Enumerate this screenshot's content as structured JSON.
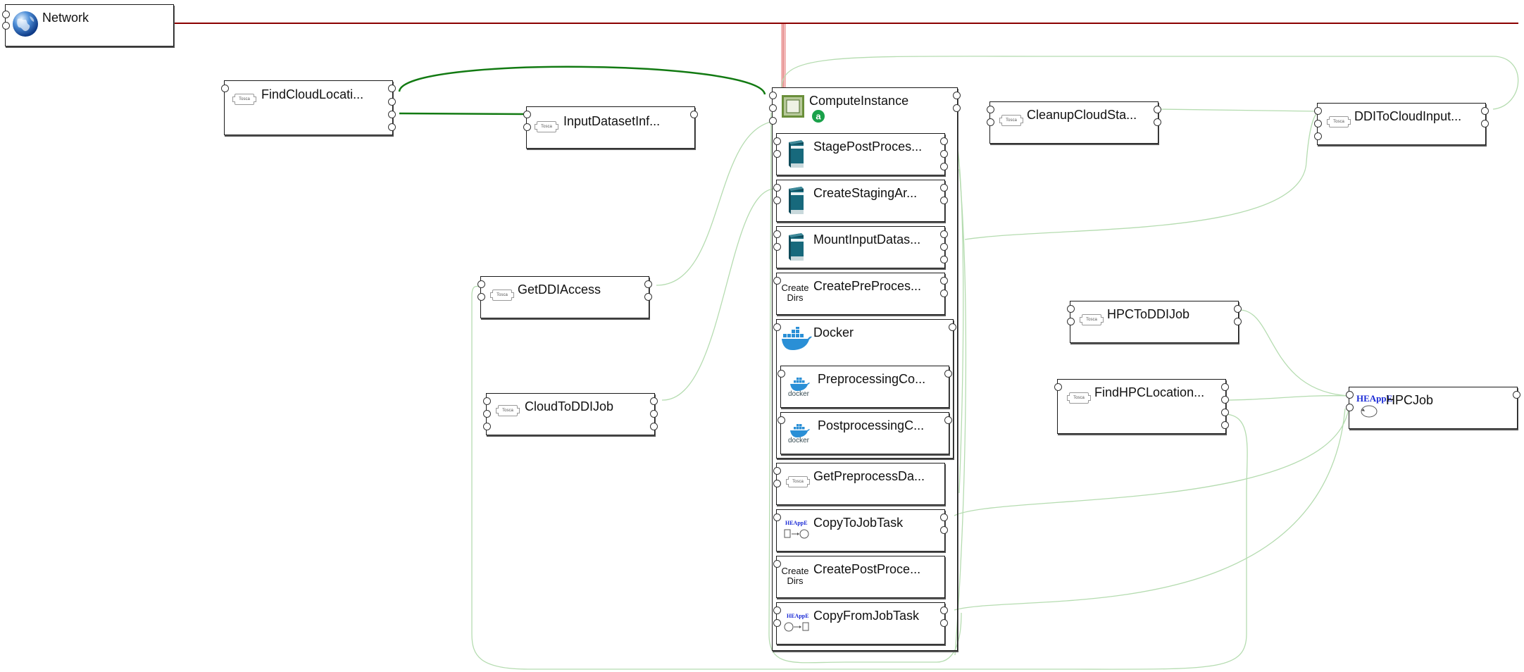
{
  "nodes": {
    "network": {
      "label": "Network",
      "icon": "globe-icon"
    },
    "find_cloud": {
      "label": "FindCloudLocati...",
      "icon": "template-icon"
    },
    "input_dataset": {
      "label": "InputDatasetInf...",
      "icon": "template-icon"
    },
    "compute": {
      "label": "ComputeInstance",
      "icon": "chip-icon",
      "badge": "a"
    },
    "stage_post": {
      "label": "StagePostProces...",
      "icon": "software-box-icon"
    },
    "create_staging": {
      "label": "CreateStagingAr...",
      "icon": "software-box-icon"
    },
    "mount_input": {
      "label": "MountInputDatas...",
      "icon": "software-box-icon"
    },
    "create_pre": {
      "label": "CreatePreProces...",
      "icon": "create-dirs-icon",
      "icon_text": "Create\nDirs"
    },
    "docker": {
      "label": "Docker",
      "icon": "docker-whale-icon"
    },
    "preproc": {
      "label": "PreprocessingCo...",
      "icon": "docker-icon",
      "icon_text": "docker"
    },
    "postproc": {
      "label": "PostprocessingC...",
      "icon": "docker-icon",
      "icon_text": "docker"
    },
    "get_preprocess": {
      "label": "GetPreprocessDa...",
      "icon": "template-icon"
    },
    "copy_to": {
      "label": "CopyToJobTask",
      "icon": "heappe-copy-icon",
      "icon_text": "HEAppE"
    },
    "create_post": {
      "label": "CreatePostProce...",
      "icon": "create-dirs-icon",
      "icon_text": "Create\nDirs"
    },
    "copy_from": {
      "label": "CopyFromJobTask",
      "icon": "heappe-copy-icon",
      "icon_text": "HEAppE"
    },
    "cleanup": {
      "label": "CleanupCloudSta...",
      "icon": "template-icon"
    },
    "ddi_to_cloud": {
      "label": "DDIToCloudInput...",
      "icon": "template-icon"
    },
    "get_ddi": {
      "label": "GetDDIAccess",
      "icon": "template-icon"
    },
    "cloud_to_ddi": {
      "label": "CloudToDDIJob",
      "icon": "template-icon"
    },
    "hpc_to_ddi": {
      "label": "HPCToDDIJob",
      "icon": "template-icon"
    },
    "find_hpc": {
      "label": "FindHPCLocation...",
      "icon": "template-icon"
    },
    "hpc_job": {
      "label": "HPCJob",
      "icon": "heappe-job-icon",
      "icon_text": "HEAppE"
    }
  },
  "template_text": "Tosca",
  "colors": {
    "network_line": "#8b0000",
    "strong_link": "#127a12",
    "weak_link": "#b5dcb0",
    "host_band": "#f2b8b8"
  }
}
